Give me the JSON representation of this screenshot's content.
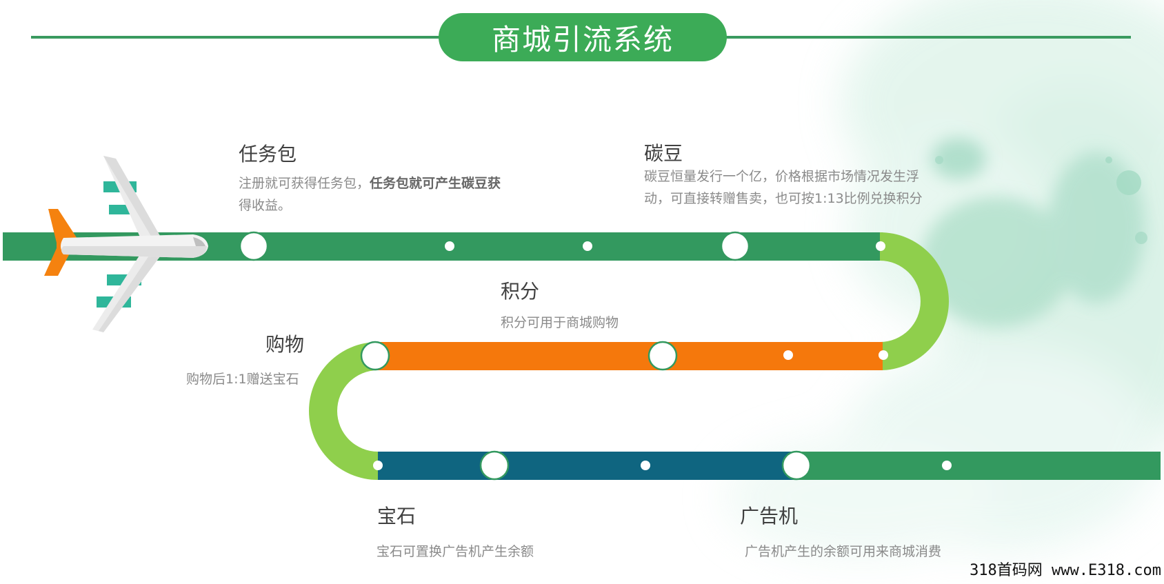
{
  "header": {
    "title": "商城引流系统"
  },
  "nodes": {
    "task_pack": {
      "title": "任务包",
      "desc_plain": "注册就可获得任务包，",
      "desc_bold": "任务包就可产生碳豆获",
      "desc_tail": "得收益。"
    },
    "carbon_bean": {
      "title": "碳豆",
      "desc_line1": "碳豆恒量发行一个亿，价格根据市场情况发生浮",
      "desc_line2": "动，可直接转赠售卖，也可按1:13比例兑换积分"
    },
    "points": {
      "title": "积分",
      "desc": "积分可用于商城购物"
    },
    "shopping": {
      "title": "购物",
      "desc": "购物后1:1赠送宝石"
    },
    "gem": {
      "title": "宝石",
      "desc": "宝石可置换广告机产生余额"
    },
    "ad_machine": {
      "title": "广告机",
      "desc": "广告机产生的余额可用来商城消费"
    }
  },
  "watermark": "318首码网 www.E318.com",
  "colors": {
    "title_green": "#3cab57",
    "track_green": "#33995f",
    "curve_light_green": "#8fcf4c",
    "track_orange": "#f5780c",
    "track_teal": "#0f6580",
    "plane_tail_orange": "#f5820f",
    "plane_engine_teal": "#2fb69a"
  },
  "icons": {
    "plane": "airplane-icon"
  }
}
